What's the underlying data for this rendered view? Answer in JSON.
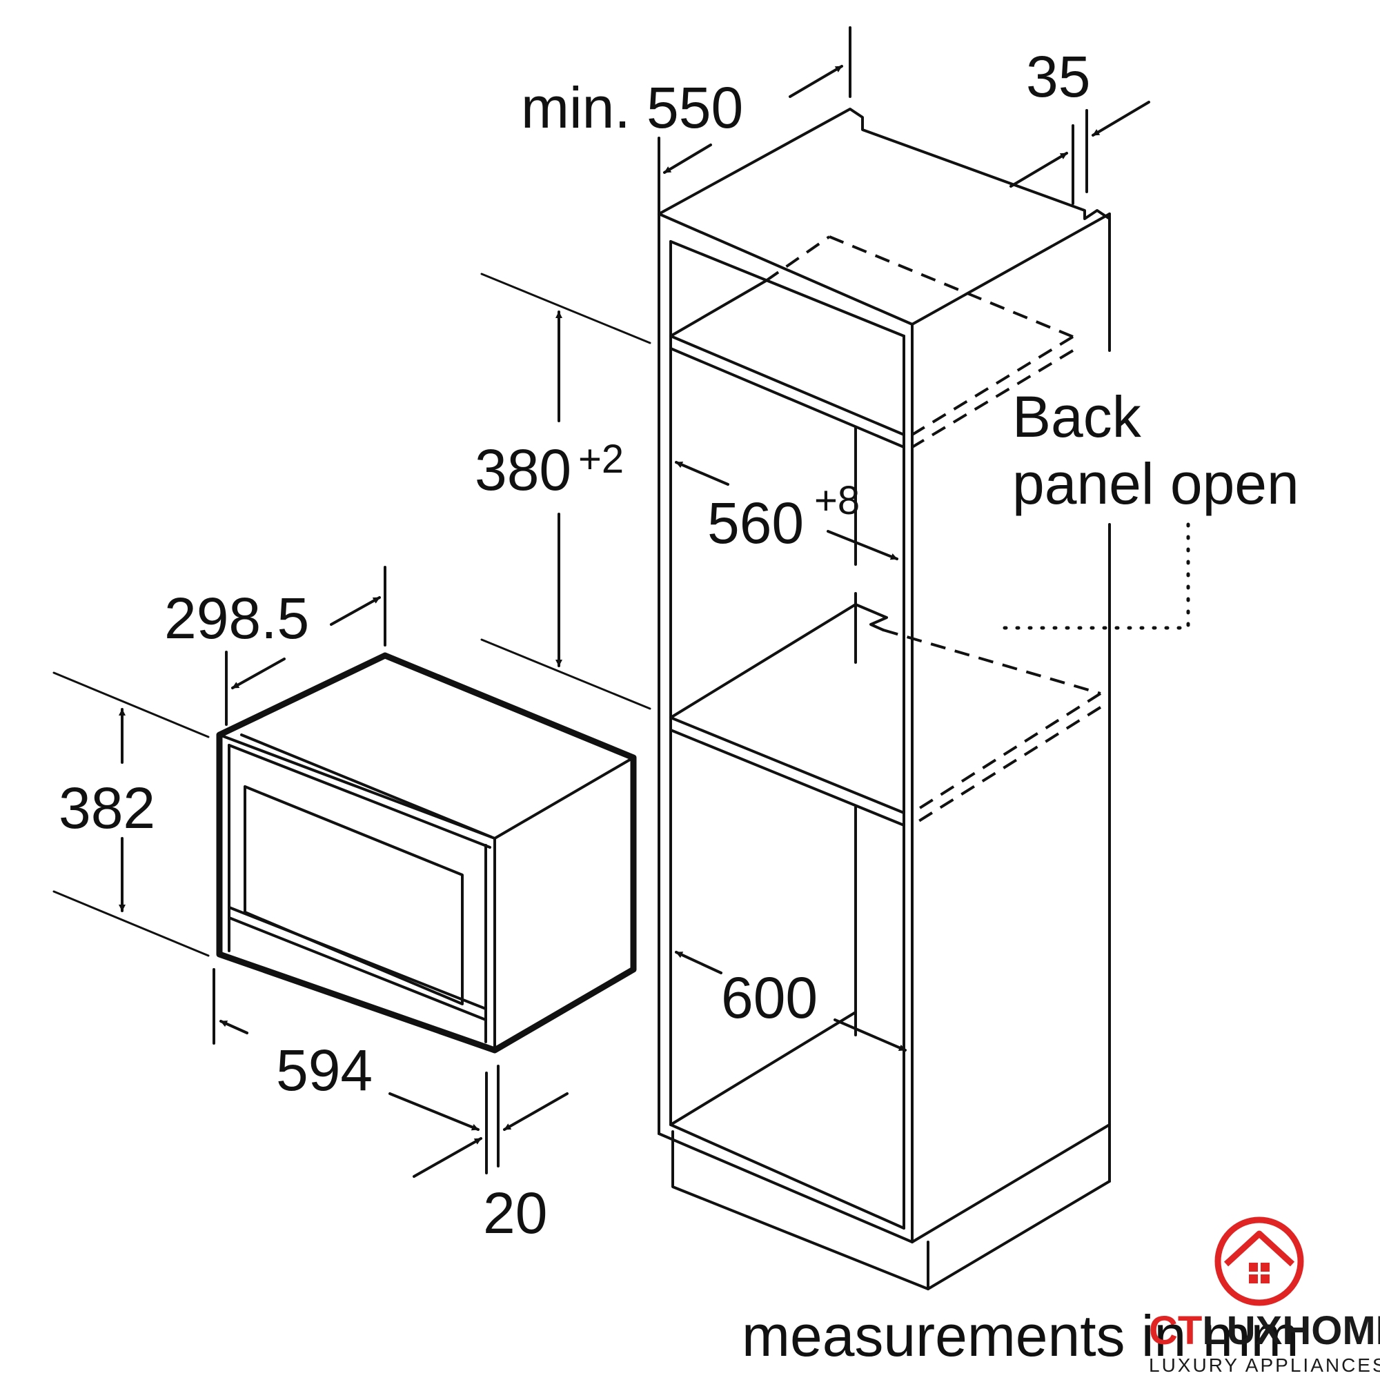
{
  "dimensions": {
    "depth_min": "min. 550",
    "front_overhang": "35",
    "niche_height": "380",
    "niche_height_tol": "+2",
    "niche_width": "560",
    "niche_width_tol": "+8",
    "cabinet_width": "600",
    "appliance_depth": "298.5",
    "appliance_height": "382",
    "appliance_width": "594",
    "front_thickness": "20"
  },
  "labels": {
    "back_panel_line1": "Back",
    "back_panel_line2": "panel open"
  },
  "footer": {
    "units_note": "measurements in mm"
  },
  "logo": {
    "brand_part1": "CT",
    "brand_part2": "LUXHOME",
    "tagline": "LUXURY APPLIANCES",
    "accent_color": "#e02424",
    "dark_color": "#1a1a1a"
  }
}
